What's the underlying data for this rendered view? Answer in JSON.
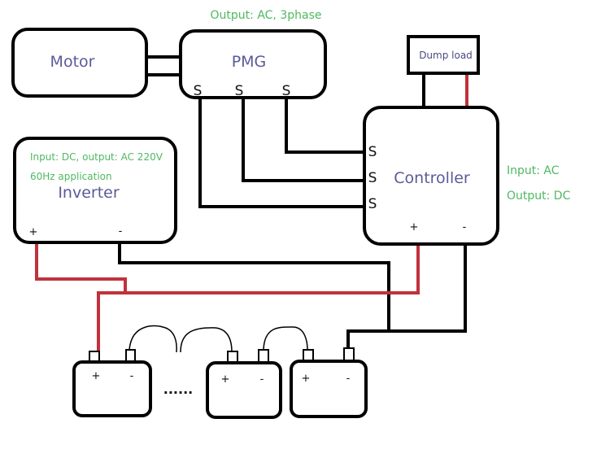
{
  "components": {
    "motor": {
      "label": "Motor"
    },
    "pmg": {
      "label": "PMG",
      "terminals": [
        "S",
        "S",
        "S"
      ],
      "note": "Output: AC, 3phase"
    },
    "dump_load": {
      "label": "Dump load"
    },
    "controller": {
      "label": "Controller",
      "terminals": [
        "S",
        "S",
        "S"
      ],
      "plus": "+",
      "minus": "-",
      "note_input": "Input: AC",
      "note_output": "Output: DC"
    },
    "inverter": {
      "label": "Inverter",
      "note_line1": "Input: DC, output: AC 220V",
      "note_line2": "60Hz application",
      "plus": "+",
      "minus": "-"
    },
    "batteries": [
      {
        "plus": "+",
        "minus": "-"
      },
      {
        "plus": "+",
        "minus": "-"
      },
      {
        "plus": "+",
        "minus": "-"
      }
    ],
    "ellipsis": "......"
  },
  "colors": {
    "wire": "#000000",
    "positive_wire": "#c0323c",
    "label": "#5a5a9a",
    "annotation": "#4fb860"
  }
}
